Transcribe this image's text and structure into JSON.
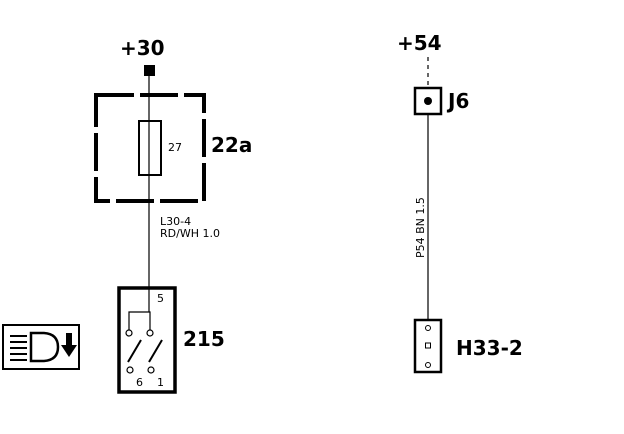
{
  "terminals": {
    "left": "+30",
    "right": "+54"
  },
  "fuse": {
    "number": "27",
    "box_label": "22a"
  },
  "wire_left": {
    "line1": "L30-4",
    "line2": "RD/WH 1.0"
  },
  "switch": {
    "label": "215",
    "pin_top": "5",
    "pin_bottom_left": "6",
    "pin_bottom_right": "1"
  },
  "connector_top": {
    "label": "J6"
  },
  "wire_right": {
    "text": "P54 BN 1.5"
  },
  "connector_bottom": {
    "label": "H33-2"
  },
  "colors": {
    "ink": "#000000",
    "background": "#ffffff"
  },
  "icons": {
    "function_symbol": "headlight-down-icon"
  }
}
